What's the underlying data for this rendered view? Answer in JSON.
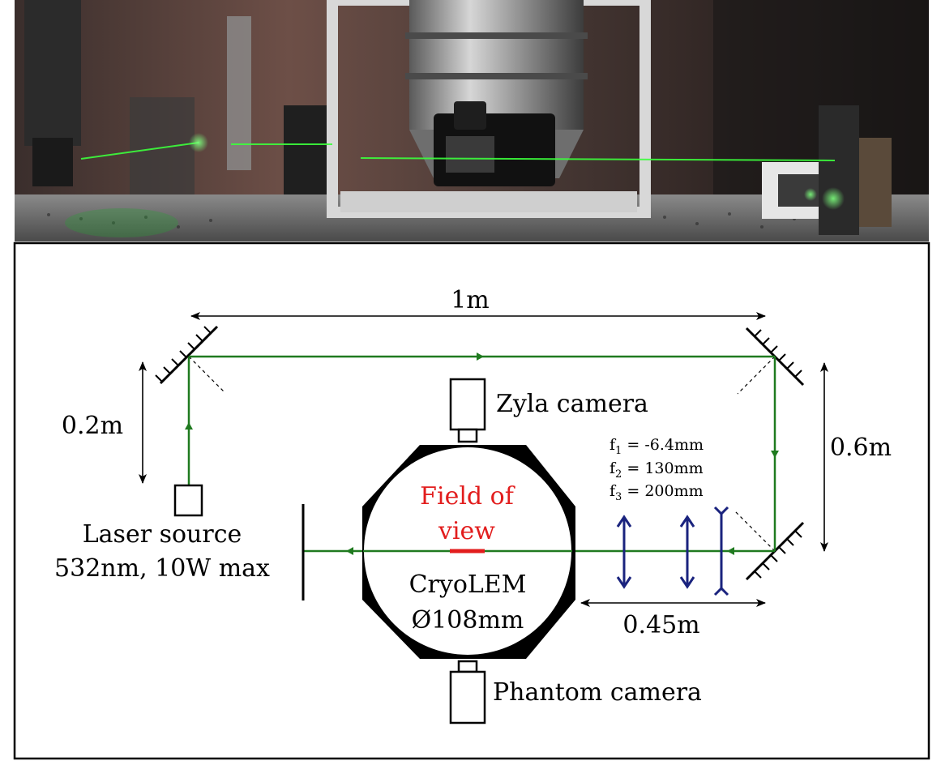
{
  "photo": {
    "description": "photograph of the optical setup"
  },
  "diagram": {
    "dimensions": {
      "width": "1m",
      "height_left": "0.2m",
      "height_right": "0.6m",
      "lens_span": "0.45m"
    },
    "labels": {
      "zyla": "Zyla camera",
      "phantom": "Phantom camera",
      "fov_line1": "Field of",
      "fov_line2": "view",
      "cryolem_line1": "CryoLEM",
      "cryolem_line2": "Ø108mm",
      "laser_line1": "Laser source",
      "laser_line2": "532nm, 10W max"
    },
    "focal_lengths": [
      {
        "symbol": "f",
        "sub": "1",
        "value": " = -6.4mm"
      },
      {
        "symbol": "f",
        "sub": "2",
        "value": " = 130mm"
      },
      {
        "symbol": "f",
        "sub": "3",
        "value": " = 200mm"
      }
    ],
    "colors": {
      "beam": "#1f7a1f",
      "lens": "#1a237e",
      "fov": "#e21d1d",
      "frame": "#000000"
    }
  }
}
